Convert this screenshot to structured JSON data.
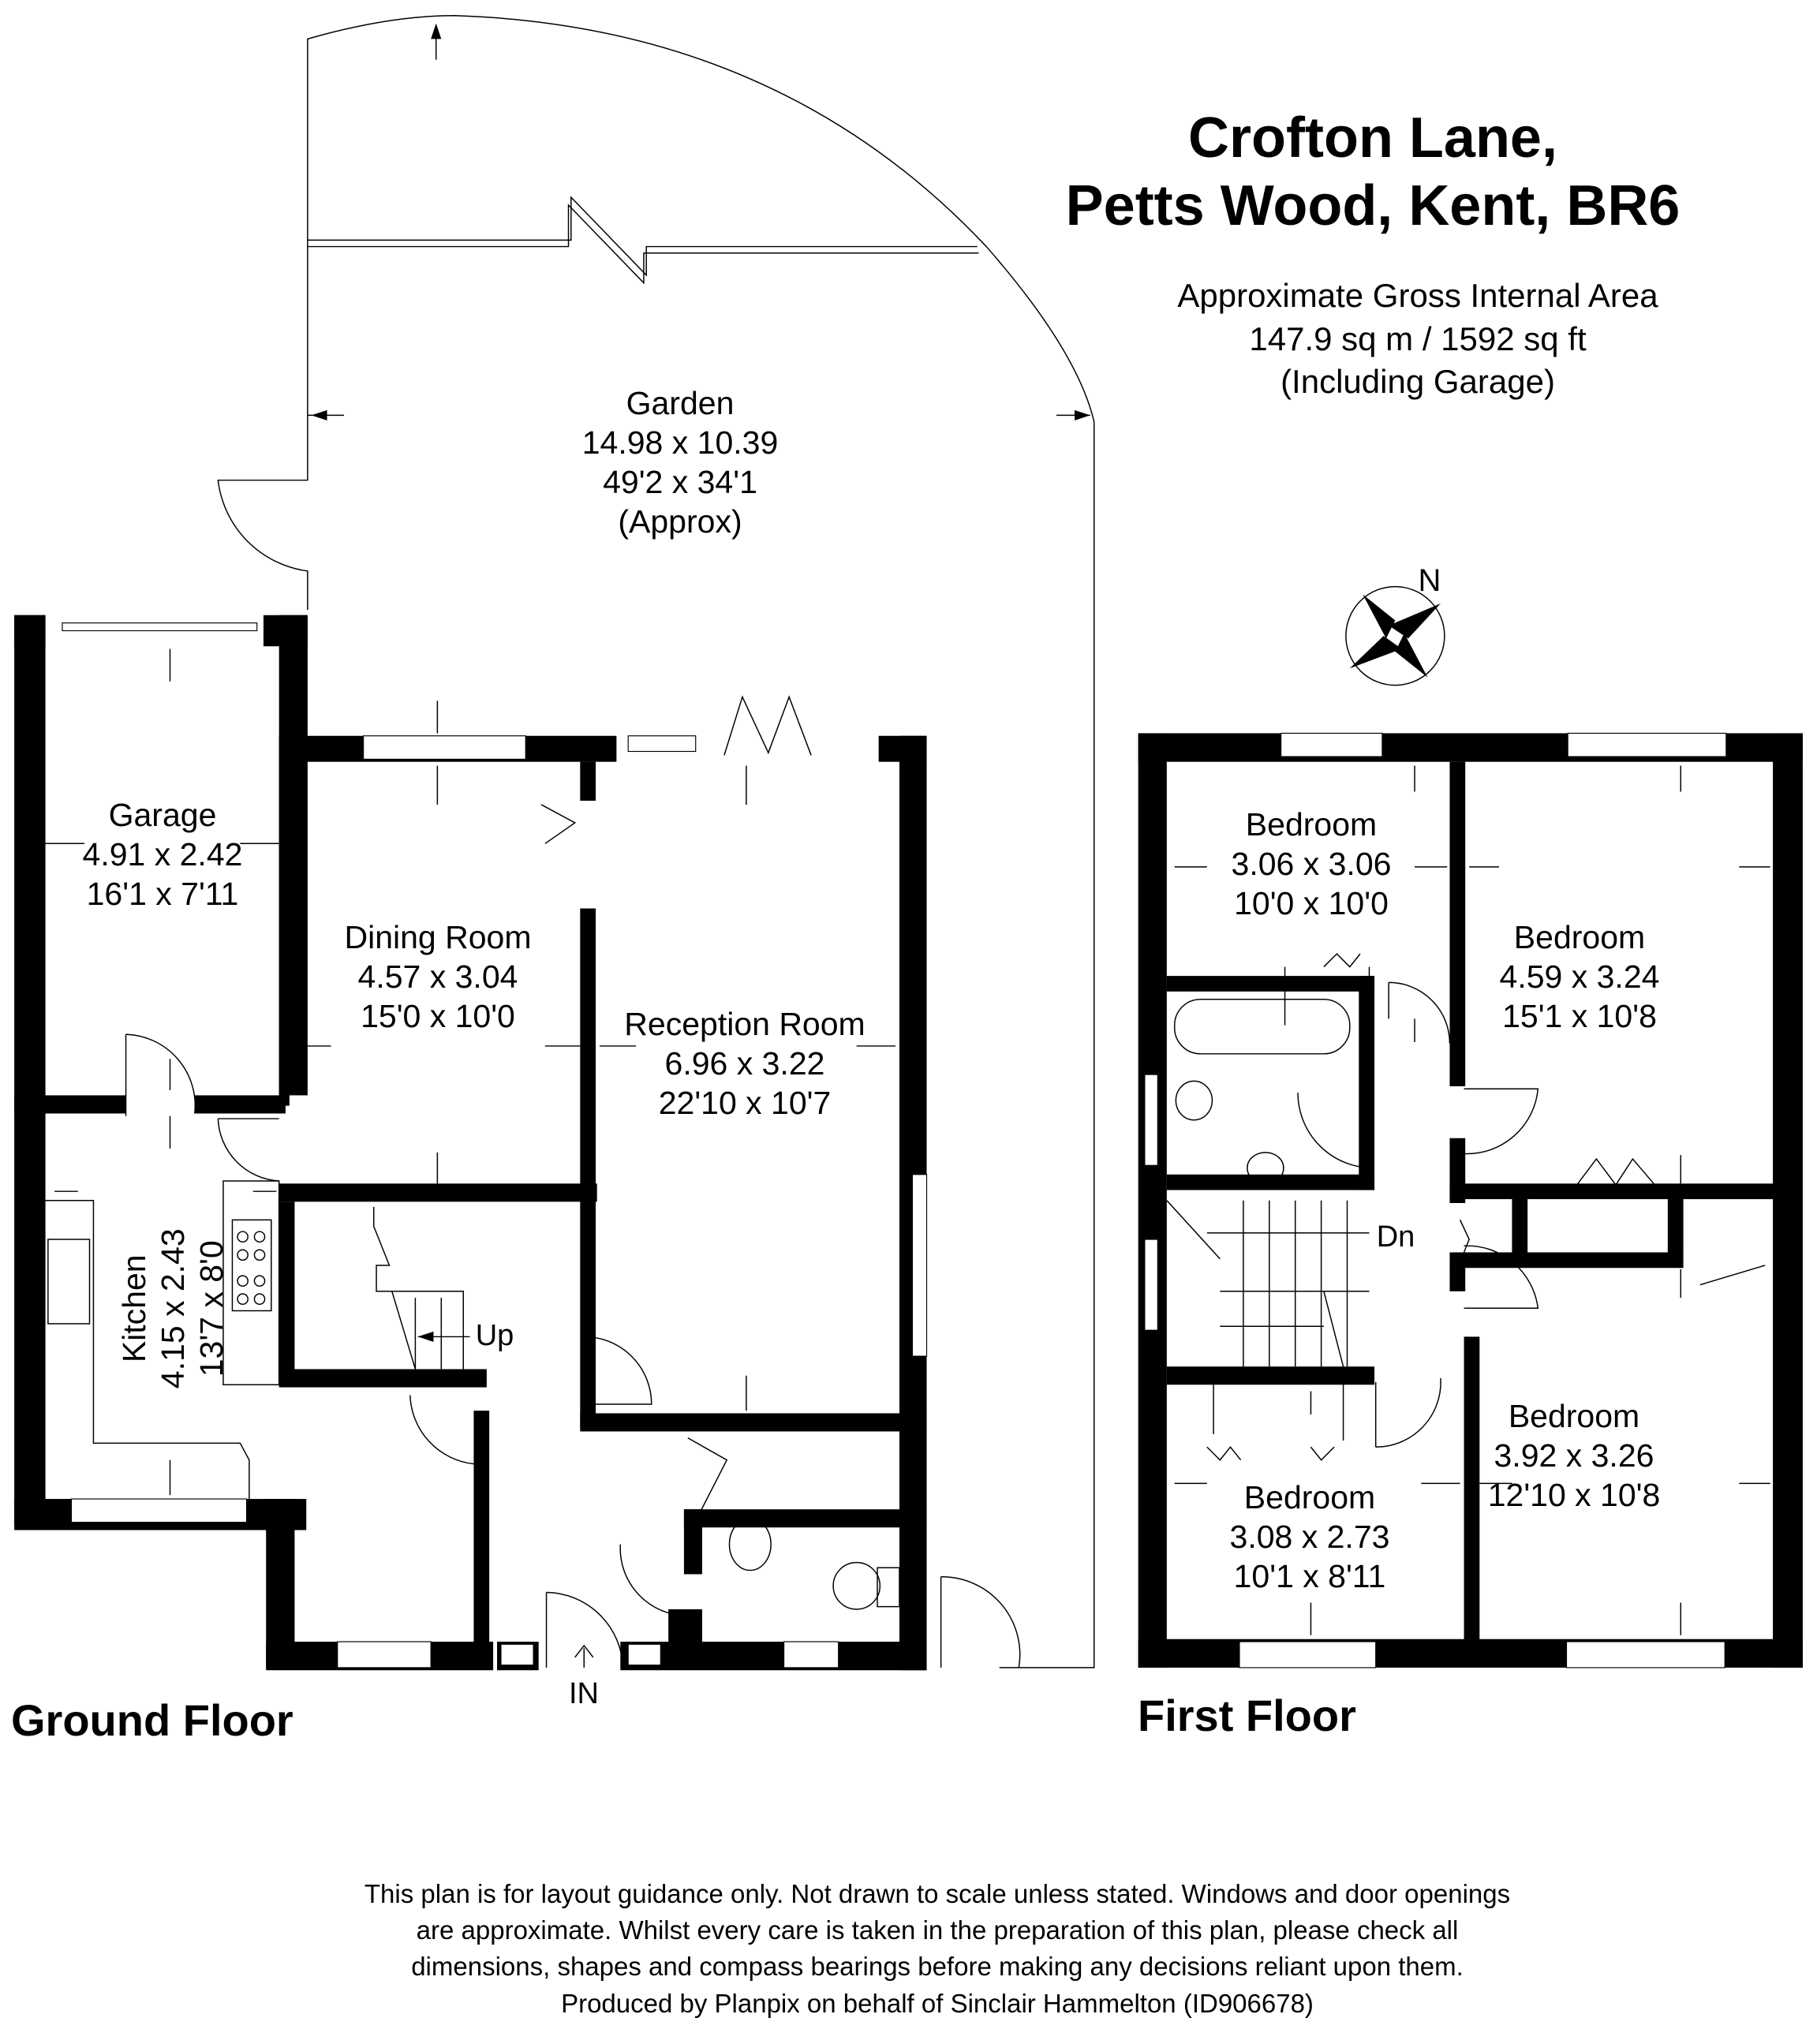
{
  "header": {
    "title_line1": "Crofton Lane,",
    "title_line2": "Petts Wood, Kent, BR6",
    "area_label": "Approximate Gross Internal Area",
    "area_value": "147.9 sq m / 1592 sq ft",
    "area_note": "(Including Garage)"
  },
  "compass": {
    "label": "N"
  },
  "ground_floor": {
    "label": "Ground Floor",
    "entrance_label": "IN",
    "stairs_label": "Up",
    "rooms": {
      "garden": {
        "name": "Garden",
        "metric": "14.98 x 10.39",
        "imperial": "49'2 x 34'1",
        "note": "(Approx)"
      },
      "garage": {
        "name": "Garage",
        "metric": "4.91 x 2.42",
        "imperial": "16'1 x 7'11"
      },
      "dining": {
        "name": "Dining Room",
        "metric": "4.57 x 3.04",
        "imperial": "15'0 x 10'0"
      },
      "reception": {
        "name": "Reception Room",
        "metric": "6.96 x 3.22",
        "imperial": "22'10 x 10'7"
      },
      "kitchen": {
        "name": "Kitchen",
        "metric": "4.15 x 2.43",
        "imperial": "13'7 x 8'0"
      }
    }
  },
  "first_floor": {
    "label": "First Floor",
    "stairs_label": "Dn",
    "rooms": {
      "bedroom_nw": {
        "name": "Bedroom",
        "metric": "3.06 x 3.06",
        "imperial": "10'0 x 10'0"
      },
      "bedroom_ne": {
        "name": "Bedroom",
        "metric": "4.59 x 3.24",
        "imperial": "15'1 x 10'8"
      },
      "bedroom_sw": {
        "name": "Bedroom",
        "metric": "3.08 x 2.73",
        "imperial": "10'1 x 8'11"
      },
      "bedroom_se": {
        "name": "Bedroom",
        "metric": "3.92 x 3.26",
        "imperial": "12'10 x 10'8"
      }
    }
  },
  "footer": {
    "line1": "This plan is for layout guidance only. Not drawn to scale unless stated. Windows and door openings",
    "line2": "are approximate. Whilst every care is taken in the preparation of this plan, please check all",
    "line3": "dimensions, shapes and compass bearings before making any decisions reliant upon them.",
    "line4": "Produced by Planpix on behalf of Sinclair Hammelton (ID906678)"
  }
}
